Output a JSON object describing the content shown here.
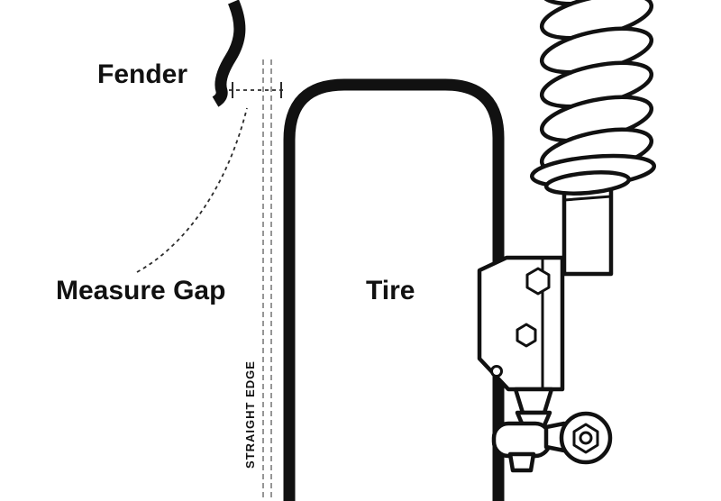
{
  "labels": {
    "fender": "Fender",
    "measure_gap": "Measure Gap",
    "tire": "Tire",
    "straight_edge": "STRAIGHT EDGE"
  },
  "colors": {
    "line": "#111111",
    "dashed_guide": "#8a8a8a",
    "background": "#ffffff"
  },
  "diagram": {
    "type": "technical-illustration",
    "subject": "Measuring fender-to-tire gap with a straight edge against the tire sidewall, strut and coil spring assembly shown at right",
    "parts": [
      "fender",
      "gap-dimension-marker",
      "straight-edge",
      "tire",
      "coil-spring",
      "strut-body",
      "knuckle-bracket",
      "ball-joint",
      "tie-rod-eyelet"
    ]
  }
}
